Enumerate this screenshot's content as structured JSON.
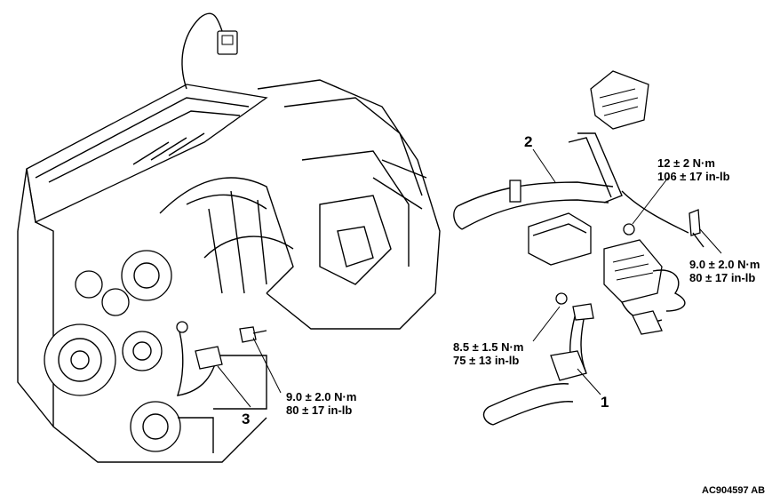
{
  "callouts": {
    "c1": "1",
    "c2": "2",
    "c3": "3"
  },
  "torques": {
    "t_top_nm": "12 ± 2 N·m",
    "t_top_inlb": "106 ± 17 in-lb",
    "t_right_nm": "9.0 ± 2.0 N·m",
    "t_right_inlb": "80 ± 17 in-lb",
    "t_mid_nm": "8.5 ± 1.5 N·m",
    "t_mid_inlb": "75 ± 13 in-lb",
    "t_left_nm": "9.0 ± 2.0 N·m",
    "t_left_inlb": "80 ± 17 in-lb"
  },
  "figure_code": "AC904597 AB"
}
